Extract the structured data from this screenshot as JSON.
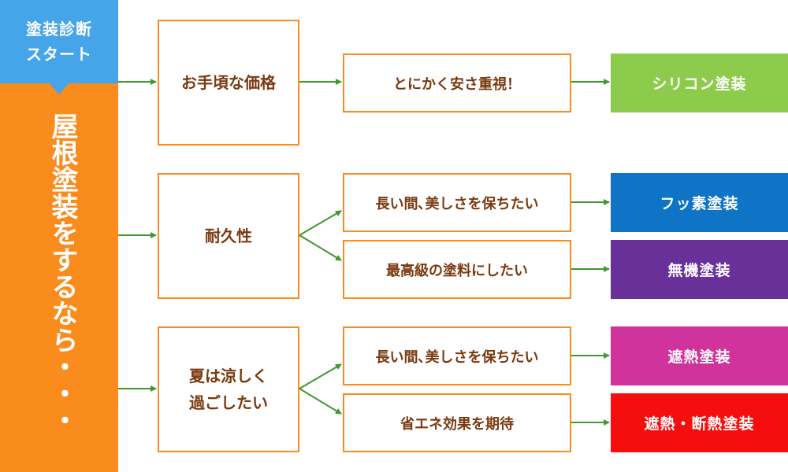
{
  "start": {
    "line1": "塗装診断",
    "line2": "スタート"
  },
  "side_title": "屋根塗装をするなら・・・",
  "colors": {
    "start": "#45a5e8",
    "side": "#fa8c1e",
    "box_border": "#fa8c1e",
    "box_text": "#7a3a10",
    "arrow": "#3d9a2f"
  },
  "questions": [
    {
      "label": "お手頃な価格"
    },
    {
      "label": "耐久性"
    },
    {
      "line1": "夏は涼しく",
      "line2": "過ごしたい"
    }
  ],
  "sub_options": [
    {
      "label": "とにかく安さ重視！"
    },
    {
      "label": "長い間､美しさを保ちたい"
    },
    {
      "label": "最高級の塗料にしたい"
    },
    {
      "label": "長い間､美しさを保ちたい"
    },
    {
      "label": "省エネ効果を期待"
    }
  ],
  "results": [
    {
      "label": "シリコン塗装",
      "color": "#8dcb4c"
    },
    {
      "label": "フッ素塗装",
      "color": "#0f74c6"
    },
    {
      "label": "無機塗装",
      "color": "#6a3099"
    },
    {
      "label": "遮熱塗装",
      "color": "#d0349c"
    },
    {
      "label": "遮熱・断熱塗装",
      "color": "#f40e0e"
    }
  ]
}
